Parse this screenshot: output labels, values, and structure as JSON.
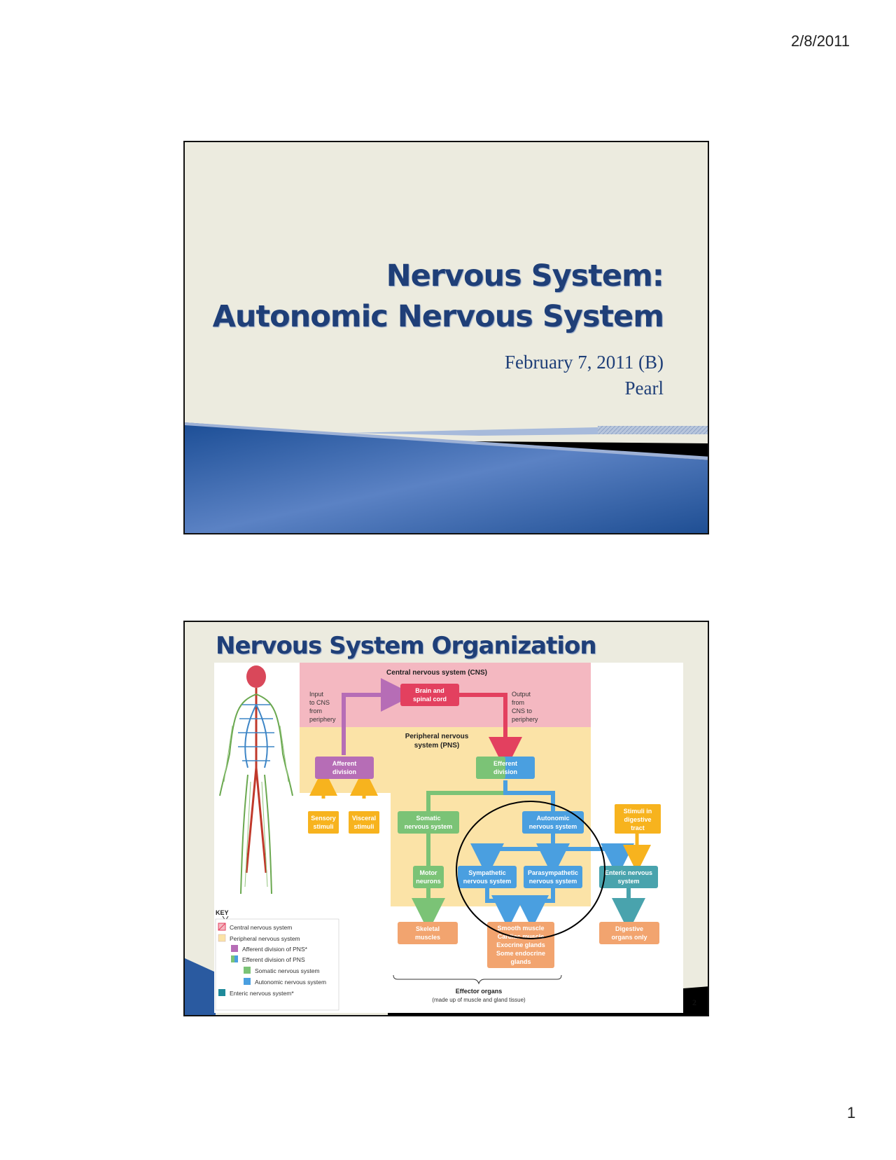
{
  "page": {
    "date": "2/8/2011",
    "number": "1"
  },
  "slide1": {
    "title_line1": "Nervous System:",
    "title_line2": "Autonomic Nervous System",
    "date": "February 7, 2011 (B)",
    "author": "Pearl"
  },
  "slide2": {
    "title": "Nervous System Organization",
    "number": "2",
    "diagram": {
      "cns_label": "Central nervous system (CNS)",
      "brain_l1": "Brain and",
      "brain_l2": "spinal cord",
      "input_l1": "Input",
      "input_l2": "to CNS",
      "input_l3": "from",
      "input_l4": "periphery",
      "output_l1": "Output",
      "output_l2": "from",
      "output_l3": "CNS to",
      "output_l4": "periphery",
      "pns_l1": "Peripheral nervous",
      "pns_l2": "system (PNS)",
      "afferent_l1": "Afferent",
      "afferent_l2": "division",
      "efferent_l1": "Efferent",
      "efferent_l2": "division",
      "sensory_l1": "Sensory",
      "sensory_l2": "stimuli",
      "visceral_l1": "Visceral",
      "visceral_l2": "stimuli",
      "somatic_l1": "Somatic",
      "somatic_l2": "nervous system",
      "autonomic_l1": "Autonomic",
      "autonomic_l2": "nervous system",
      "stimuli_dig_l1": "Stimuli in",
      "stimuli_dig_l2": "digestive",
      "stimuli_dig_l3": "tract",
      "motor_l1": "Motor",
      "motor_l2": "neurons",
      "sympathetic_l1": "Sympathetic",
      "sympathetic_l2": "nervous system",
      "parasympathetic_l1": "Parasympathetic",
      "parasympathetic_l2": "nervous system",
      "enteric_l1": "Enteric nervous",
      "enteric_l2": "system",
      "skeletal_l1": "Skeletal",
      "skeletal_l2": "muscles",
      "smooth_l1": "Smooth muscle",
      "smooth_l2": "Cardiac muscle",
      "smooth_l3": "Exocrine glands",
      "smooth_l4": "Some endocrine",
      "smooth_l5": "glands",
      "digestive_l1": "Digestive",
      "digestive_l2": "organs only",
      "effector_l1": "Effector organs",
      "effector_l2": "(made up of muscle and gland tissue)",
      "key_title": "KEY",
      "key": [
        "Central nervous system",
        "Peripheral nervous system",
        "Afferent division of PNS*",
        "Efferent division of PNS",
        "Somatic nervous system",
        "Autonomic nervous system",
        "Enteric nervous system*"
      ]
    }
  },
  "colors": {
    "title_blue": "#1f3f78",
    "cns_pink": "#f4b8c1",
    "pns_yellow": "#fbe3a7",
    "brain_red": "#e3405f",
    "afferent_purple": "#b66db6",
    "somatic_green": "#7bc376",
    "autonomic_blue": "#4a9fe0",
    "enteric_teal": "#49a3ad",
    "stimuli_orange": "#f7b31e",
    "effector_salmon": "#f2a46f"
  }
}
